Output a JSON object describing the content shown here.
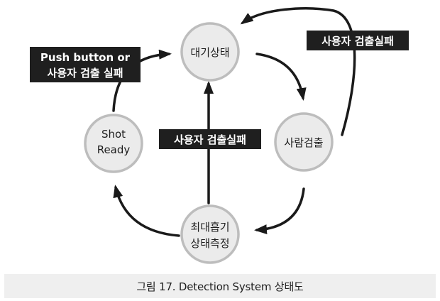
{
  "nodes": {
    "standby": {
      "lines": [
        "대기상태"
      ]
    },
    "detect": {
      "lines": [
        "사람검출"
      ]
    },
    "measure": {
      "lines": [
        "최대흡기",
        "상태측정"
      ]
    },
    "shot_ready": {
      "lines": [
        "Shot",
        "Ready"
      ]
    }
  },
  "edge_labels": {
    "push_button": [
      "Push button or",
      "사용자 검출 실패"
    ],
    "right_fail": "사용자 검출실패",
    "center_fail": "사용자 검출실패"
  },
  "caption": "그림 17. Detection System 상태도"
}
